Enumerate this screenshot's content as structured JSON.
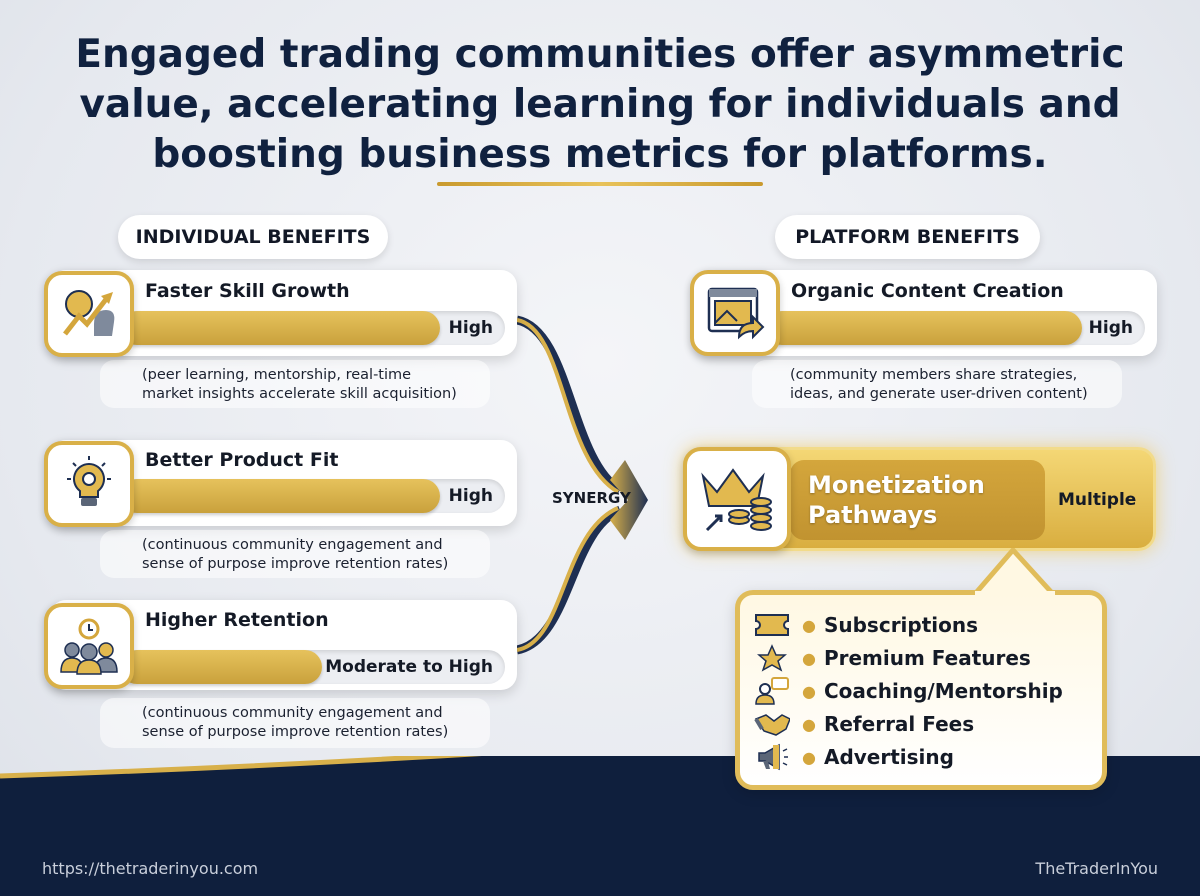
{
  "title": {
    "line1": "Engaged trading communities offer asymmetric",
    "line2": "value, accelerating learning for individuals and",
    "line3": "boosting business metrics for platforms."
  },
  "sections": {
    "individual": "INDIVIDUAL BENEFITS",
    "platform": "PLATFORM BENEFITS"
  },
  "individual": [
    {
      "title": "Faster Skill Growth",
      "level": "High",
      "fill_pct": 100,
      "caption1": "(peer learning, mentorship, real-time",
      "caption2": "market insights accelerate skill acquisition)",
      "icon": "brain-growth-icon"
    },
    {
      "title": "Better Product Fit",
      "level": "High",
      "fill_pct": 100,
      "caption1": "(continuous community engagement and",
      "caption2": "sense of purpose improve retention rates)",
      "icon": "lightbulb-gear-icon"
    },
    {
      "title": "Higher Retention",
      "level": "Moderate to High",
      "fill_pct": 62,
      "caption1": "(continuous community engagement and",
      "caption2": "sense of purpose improve retention rates)",
      "icon": "team-clock-icon"
    }
  ],
  "synergy": "SYNERGY",
  "platform": {
    "organic": {
      "title": "Organic Content Creation",
      "level": "High",
      "fill_pct": 100,
      "caption1": "(community members share strategies,",
      "caption2": "ideas, and generate user-driven content)"
    },
    "monetization": {
      "title1": "Monetization",
      "title2": "Pathways",
      "level": "Multiple",
      "items": [
        {
          "label": "Subscriptions",
          "icon": "ticket-icon"
        },
        {
          "label": "Premium Features",
          "icon": "star-icon"
        },
        {
          "label": "Coaching/Mentorship",
          "icon": "mentor-chat-icon"
        },
        {
          "label": "Referral Fees",
          "icon": "handshake-icon"
        },
        {
          "label": "Advertising",
          "icon": "megaphone-icon"
        }
      ]
    }
  },
  "footer": {
    "url": "https://thetraderinyou.com",
    "brand": "TheTraderInYou"
  },
  "colors": {
    "gold": "#d4a63c",
    "navy": "#10213f"
  }
}
